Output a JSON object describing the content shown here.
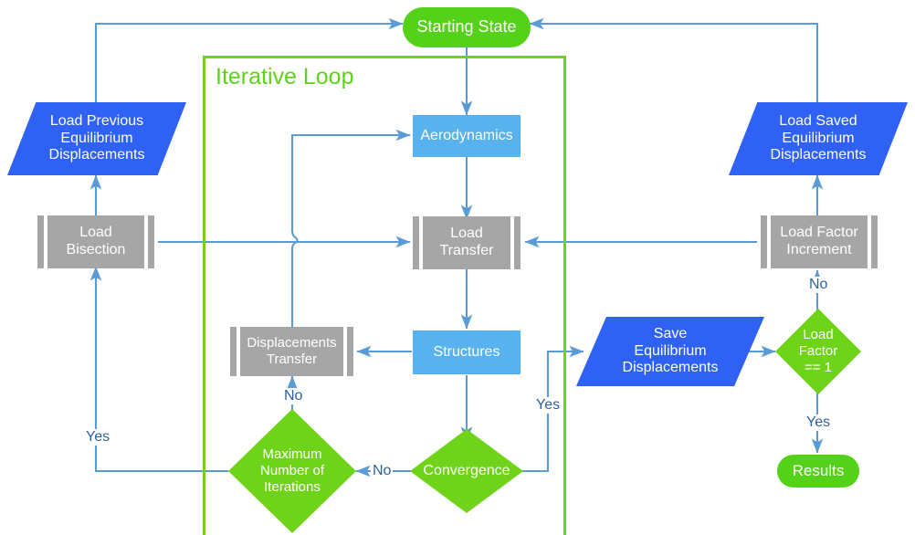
{
  "diagram": {
    "title_group": "Iterative Loop",
    "colors": {
      "terminator_green": "#54d219",
      "decision_green": "#6fd419",
      "process_blue": "#58b2ed",
      "data_blue": "#2f62f4",
      "predefined_gray": "#a6a6a6",
      "arrow_blue": "#5b9bd5",
      "label_blue": "#2e5f9e",
      "group_border": "#6fd419"
    }
  },
  "nodes": {
    "starting_state": "Starting State",
    "load_previous": "Load Previous\nEquilibrium\nDisplacements",
    "load_saved": "Load Saved\nEquilibrium\nDisplacements",
    "load_bisection": "Load\nBisection",
    "load_factor_increment": "Load Factor\nIncrement",
    "aerodynamics": "Aerodynamics",
    "load_transfer": "Load\nTransfer",
    "displacements_transfer": "Displacements\nTransfer",
    "structures": "Structures",
    "maximum_iterations": "Maximum\nNumber of\nIterations",
    "convergence": "Convergence",
    "save_equilibrium": "Save\nEquilibrium\nDisplacements",
    "load_factor_eq1": "Load\nFactor\n== 1",
    "results": "Results"
  },
  "edge_labels": {
    "yes_left": "Yes",
    "no_maxiter": "No",
    "no_convergence": "No",
    "yes_convergence": "Yes",
    "no_loadfactor": "No",
    "yes_loadfactor": "Yes"
  }
}
